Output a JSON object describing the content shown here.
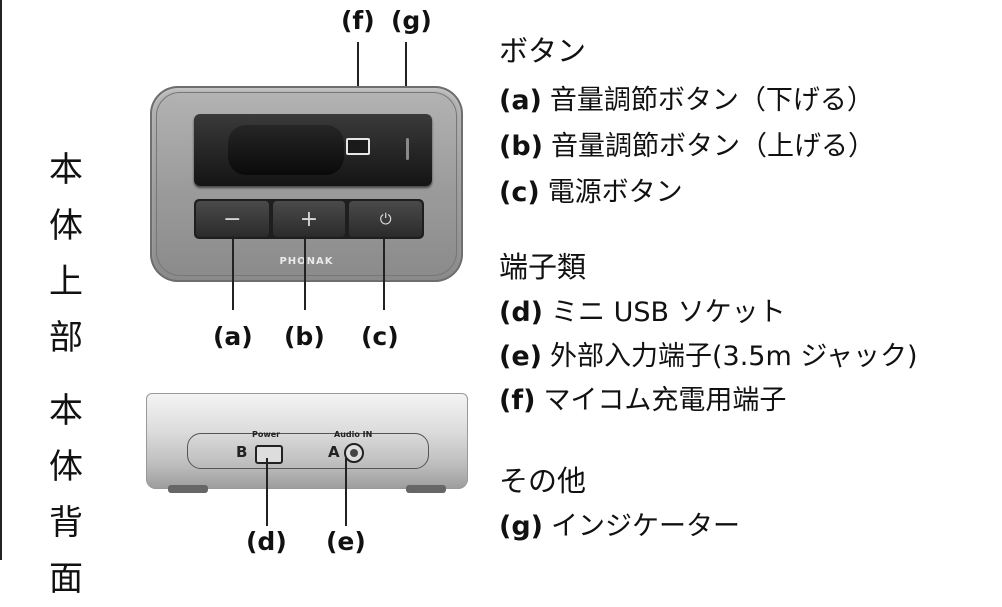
{
  "diagram": {
    "callouts": {
      "f": "(f)",
      "g": "(g)",
      "a": "(a)",
      "b": "(b)",
      "c": "(c)",
      "d": "(d)",
      "e": "(e)"
    },
    "top_view": {
      "label_line1": "本体",
      "label_line2": "上部",
      "buttons": [
        "−",
        "+",
        "⏻"
      ],
      "brand": "PHONAK"
    },
    "rear_view": {
      "label_line1": "本体",
      "label_line2": "背面",
      "power_label": "Power",
      "audio_label": "Audio IN",
      "letter_b": "B",
      "letter_a": "A"
    }
  },
  "legend": {
    "buttons": {
      "heading": "ボタン",
      "items": [
        {
          "key": "(a)",
          "text": "音量調節ボタン（下げる）"
        },
        {
          "key": "(b)",
          "text": "音量調節ボタン（上げる）"
        },
        {
          "key": "(c)",
          "text": "電源ボタン"
        }
      ]
    },
    "ports": {
      "heading": "端子類",
      "items": [
        {
          "key": "(d)",
          "text": "ミニ USB ソケット"
        },
        {
          "key": "(e)",
          "text": "外部入力端子(3.5m ジャック)"
        },
        {
          "key": "(f)",
          "text": "マイコム充電用端子"
        }
      ]
    },
    "other": {
      "heading": "その他",
      "items": [
        {
          "key": "(g)",
          "text": "インジケーター"
        }
      ]
    }
  }
}
